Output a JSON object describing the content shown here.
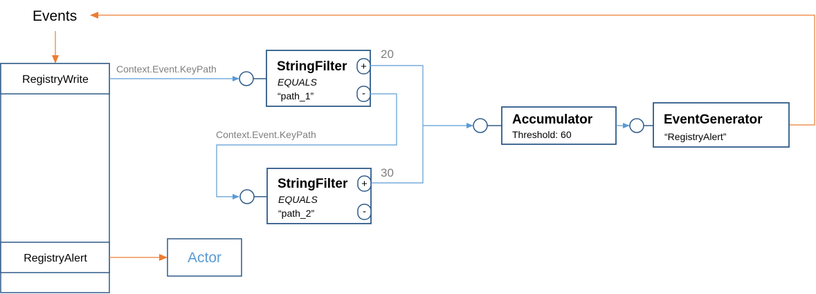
{
  "events_label": "Events",
  "event_table": {
    "rows": [
      "RegistryWrite",
      "RegistryAlert"
    ]
  },
  "edges": {
    "keypath_1": "Context.Event.KeyPath",
    "keypath_2": "Context.Event.KeyPath",
    "weight_1": "20",
    "weight_2": "30"
  },
  "nodes": {
    "filter_1": {
      "name": "StringFilter",
      "op": "EQUALS",
      "value": "“path_1”",
      "plus": "+",
      "minus": "-"
    },
    "filter_2": {
      "name": "StringFilter",
      "op": "EQUALS",
      "value": "“path_2”",
      "plus": "+",
      "minus": "-"
    },
    "accumulator": {
      "name": "Accumulator",
      "detail": "Threshold: 60"
    },
    "generator": {
      "name": "EventGenerator",
      "detail": "“RegistryAlert”"
    }
  },
  "actor": {
    "label": "Actor"
  },
  "colors": {
    "box_border": "#2e5a88",
    "blue_line": "#5b9bd5",
    "orange_line": "#ed7d31",
    "label_gray": "#7f7f7f"
  }
}
